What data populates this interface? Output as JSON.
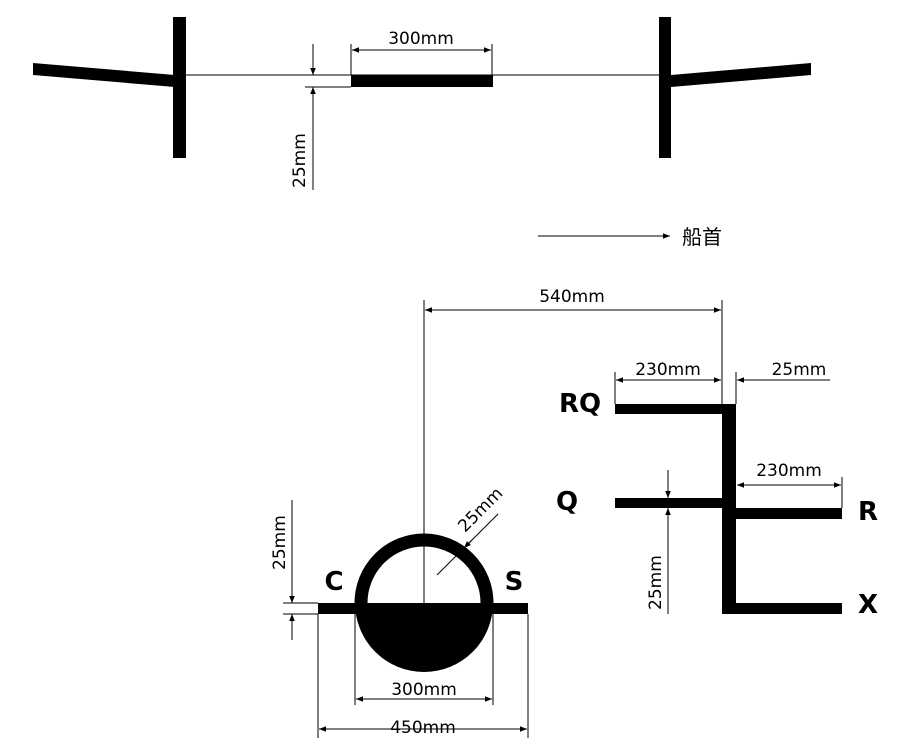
{
  "top_mark": {
    "width_label": "300mm",
    "thickness_label": "25mm"
  },
  "direction": {
    "label": "船首"
  },
  "disc_mark": {
    "offset_label": "540mm",
    "left_letter": "C",
    "right_letter": "S",
    "ring_label": "25mm",
    "line_thickness_label": "25mm",
    "disc_diameter_label": "300mm",
    "line_length_label": "450mm"
  },
  "load_lines": {
    "rq_label": "RQ",
    "q_label": "Q",
    "r_label": "R",
    "x_label": "X",
    "rq_length_label": "230mm",
    "stem_width_label": "25mm",
    "r_length_label": "230mm",
    "spacing_label": "25mm"
  },
  "colors": {
    "ink": "#000000",
    "background": "#ffffff"
  }
}
